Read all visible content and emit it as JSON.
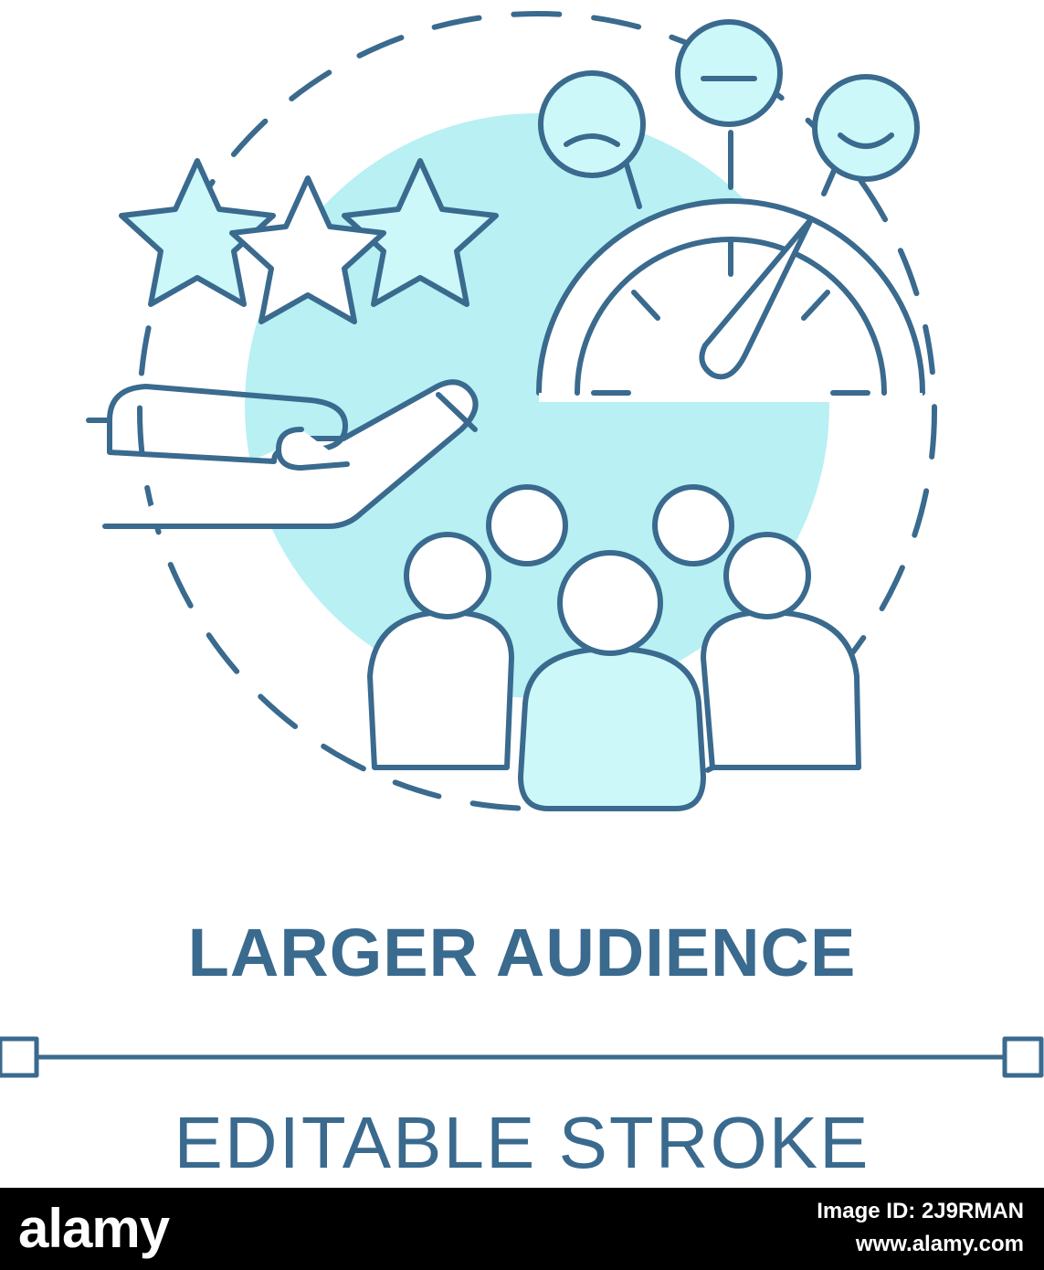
{
  "title": "LARGER AUDIENCE",
  "subtitle": "EDITABLE STROKE",
  "footer": {
    "logo": "alamy",
    "image_id_label": "Image ID: 2J9RMAN",
    "site": "www.alamy.com"
  },
  "colors": {
    "stroke": "#3a6a8e",
    "fill_light": "#ccf8fa",
    "circle_bg": "#b8f0f4",
    "footer_bg": "#000000"
  },
  "icons": [
    "dashed-circle",
    "star-icon",
    "hand-icon",
    "gauge-icon",
    "sad-face-icon",
    "neutral-face-icon",
    "happy-face-icon",
    "people-group-icon"
  ]
}
